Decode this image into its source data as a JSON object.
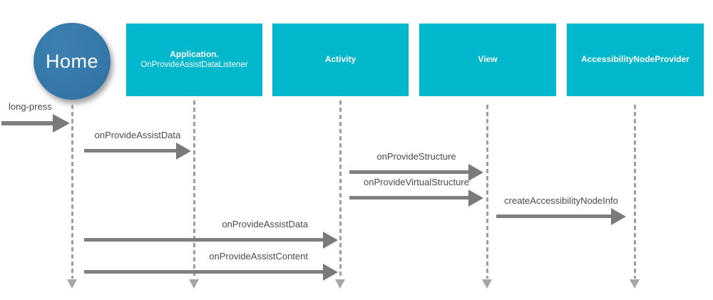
{
  "diagram": {
    "type": "sequence-diagram",
    "colors": {
      "actor_box": "#00b7cb",
      "home_circle": "#3578aa",
      "arrow": "#7f7f7f",
      "lifeline": "#9e9e9e",
      "label_text": "#4a4a4a",
      "actor_text": "#ffffff",
      "background": "#ffffff"
    },
    "actors": [
      {
        "id": "home",
        "shape": "circle",
        "label": "Home"
      },
      {
        "id": "application",
        "shape": "box",
        "title": "Application.",
        "subtitle": "OnProvideAssistDataListener"
      },
      {
        "id": "activity",
        "shape": "box",
        "title": "Activity"
      },
      {
        "id": "view",
        "shape": "box",
        "title": "View"
      },
      {
        "id": "accessibility-node-provider",
        "shape": "box",
        "title": "AccessibilityNodeProvider"
      }
    ],
    "messages": [
      {
        "label": "long-press",
        "from": "external",
        "to": "home"
      },
      {
        "label": "onProvideAssistData",
        "from": "home",
        "to": "application"
      },
      {
        "label": "onProvideStructure",
        "from": "activity",
        "to": "view"
      },
      {
        "label": "onProvideVirtualStructure",
        "from": "activity",
        "to": "view"
      },
      {
        "label": "createAccessibilityNodeInfo",
        "from": "view",
        "to": "accessibility-node-provider"
      },
      {
        "label": "onProvideAssistData",
        "from": "home",
        "to": "activity"
      },
      {
        "label": "onProvideAssistContent",
        "from": "home",
        "to": "activity"
      }
    ]
  }
}
